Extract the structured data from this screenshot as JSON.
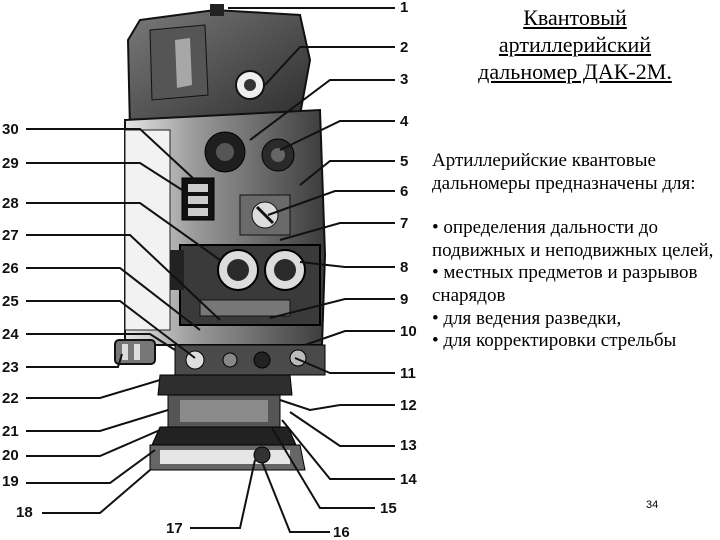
{
  "title": "Квантовый артиллерийский дальномер ДАК-2М.",
  "intro": "Артиллерийские квантовые дальномеры предназначены для:",
  "bullets": [
    "• определения дальности до подвижных и неподвижных целей,",
    "• местных предметов и разрывов снарядов",
    "• для ведения разведки,",
    "• для корректировки стрельбы"
  ],
  "slide_number": "34",
  "callouts": [
    "1",
    "2",
    "3",
    "4",
    "5",
    "6",
    "7",
    "8",
    "9",
    "10",
    "11",
    "12",
    "13",
    "14",
    "15",
    "16",
    "17",
    "18",
    "19",
    "20",
    "21",
    "22",
    "23",
    "24",
    "25",
    "26",
    "27",
    "28",
    "29",
    "30"
  ]
}
